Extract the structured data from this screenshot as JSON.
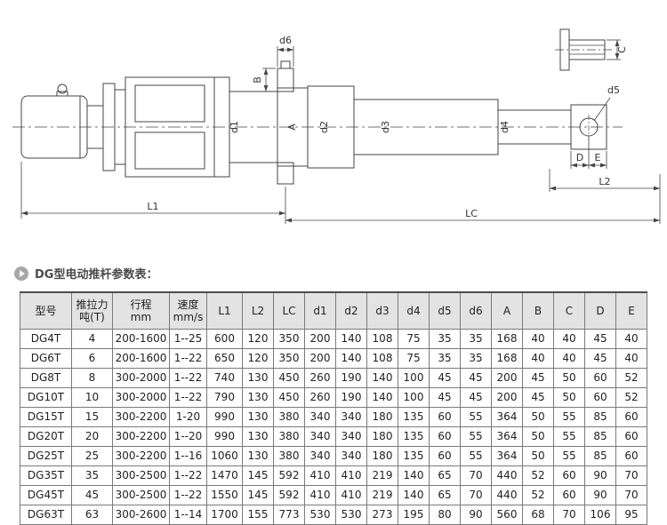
{
  "section": {
    "title": "DG型电动推杆参数表："
  },
  "diagram": {
    "labels": {
      "d1": "d1",
      "d2": "d2",
      "d3": "d3",
      "d4": "d4",
      "d5": "d5",
      "d6": "d6",
      "A": "A",
      "B": "B",
      "C": "C",
      "D": "D",
      "E": "E",
      "L1": "L1",
      "L2": "L2",
      "LC": "LC"
    }
  },
  "table": {
    "columns": [
      "型号",
      "推拉力\n吨(T)",
      "行程\nmm",
      "速度\nmm/s",
      "L1",
      "L2",
      "LC",
      "d1",
      "d2",
      "d3",
      "d4",
      "d5",
      "d6",
      "A",
      "B",
      "C",
      "D",
      "E"
    ],
    "rows": [
      [
        "DG4T",
        "4",
        "200-1600",
        "1--25",
        "600",
        "120",
        "350",
        "200",
        "140",
        "108",
        "75",
        "35",
        "35",
        "168",
        "40",
        "40",
        "45",
        "40"
      ],
      [
        "DG6T",
        "6",
        "200-1600",
        "1--22",
        "650",
        "120",
        "350",
        "200",
        "140",
        "108",
        "75",
        "35",
        "35",
        "168",
        "40",
        "40",
        "45",
        "40"
      ],
      [
        "DG8T",
        "8",
        "300-2000",
        "1--22",
        "740",
        "130",
        "450",
        "260",
        "190",
        "140",
        "100",
        "45",
        "45",
        "200",
        "45",
        "50",
        "60",
        "52"
      ],
      [
        "DG10T",
        "10",
        "300-2000",
        "1--22",
        "790",
        "130",
        "450",
        "260",
        "190",
        "140",
        "100",
        "45",
        "45",
        "200",
        "45",
        "50",
        "60",
        "52"
      ],
      [
        "DG15T",
        "15",
        "300-2200",
        "1-20",
        "990",
        "130",
        "380",
        "340",
        "340",
        "180",
        "135",
        "60",
        "55",
        "364",
        "50",
        "55",
        "85",
        "60"
      ],
      [
        "DG20T",
        "20",
        "300-2200",
        "1--20",
        "990",
        "130",
        "380",
        "340",
        "340",
        "180",
        "135",
        "60",
        "55",
        "364",
        "50",
        "55",
        "85",
        "60"
      ],
      [
        "DG25T",
        "25",
        "300-2200",
        "1--16",
        "1060",
        "130",
        "380",
        "340",
        "340",
        "180",
        "135",
        "60",
        "55",
        "364",
        "50",
        "55",
        "85",
        "60"
      ],
      [
        "DG35T",
        "35",
        "300-2500",
        "1--22",
        "1470",
        "145",
        "592",
        "410",
        "410",
        "219",
        "140",
        "65",
        "70",
        "440",
        "52",
        "60",
        "90",
        "70"
      ],
      [
        "DG45T",
        "45",
        "300-2500",
        "1--22",
        "1550",
        "145",
        "592",
        "410",
        "410",
        "219",
        "140",
        "65",
        "70",
        "440",
        "52",
        "60",
        "90",
        "70"
      ],
      [
        "DG63T",
        "63",
        "300-2600",
        "1--14",
        "1700",
        "155",
        "773",
        "530",
        "530",
        "273",
        "195",
        "80",
        "90",
        "560",
        "68",
        "70",
        "106",
        "95"
      ]
    ]
  }
}
